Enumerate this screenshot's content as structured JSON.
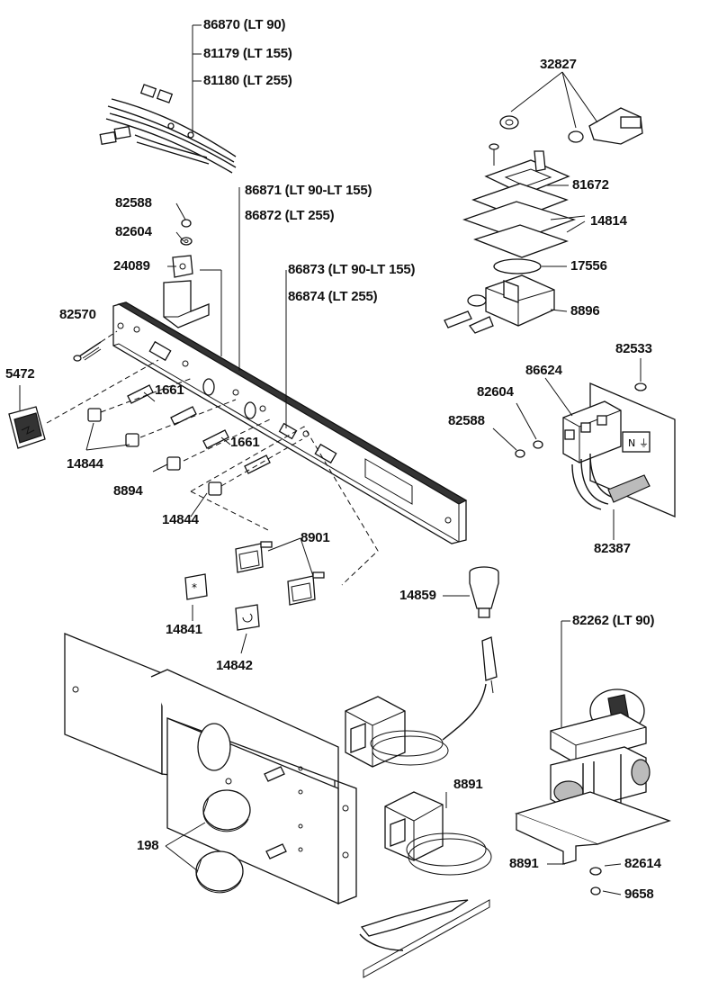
{
  "labels": {
    "harness_90": "86870 (LT 90)",
    "harness_155": "81179 (LT 155)",
    "harness_255": "81180 (LT 255)",
    "p32827": "32827",
    "p81672": "81672",
    "p14814": "14814",
    "p17556": "17556",
    "p8896": "8896",
    "p82588_top": "82588",
    "p82604_top": "82604",
    "p24089": "24089",
    "panel_90_155": "86871 (LT 90-LT 155)",
    "panel_255": "86872 (LT 255)",
    "overlay_90_155": "86873 (LT 90-LT 155)",
    "overlay_255": "86874 (LT 255)",
    "p82570": "82570",
    "p5472": "5472",
    "p1661_a": "1661",
    "p1661_b": "1661",
    "p14844_a": "14844",
    "p8894": "8894",
    "p14844_b": "14844",
    "p82533": "82533",
    "p86624": "86624",
    "p82604_mid": "82604",
    "p82588_mid": "82588",
    "p82387": "82387",
    "p8901": "8901",
    "p14859": "14859",
    "p14841": "14841",
    "p14842": "14842",
    "p82262": "82262 (LT 90)",
    "p8891_a": "8891",
    "p198": "198",
    "p8891_b": "8891",
    "p82614": "82614",
    "p9658": "9658"
  },
  "icons": [
    "star-button-icon",
    "rotate-button-icon",
    "terminal-N-label",
    "earth-symbol"
  ],
  "terminal_text": {
    "n": "N",
    "earth": "⏚"
  }
}
